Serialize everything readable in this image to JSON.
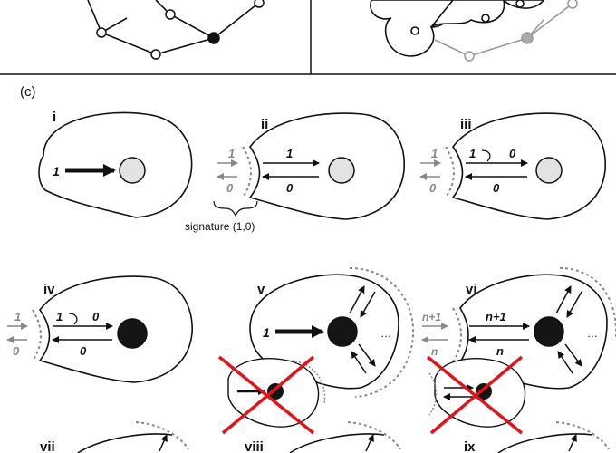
{
  "section_label": "(c)",
  "panels": {
    "i": {
      "label": "i",
      "inflow": "1"
    },
    "ii": {
      "label": "ii",
      "top": "1",
      "bottom": "0",
      "signature": "signature (1,0)"
    },
    "iii": {
      "label": "iii",
      "top": "1",
      "bottom": "0"
    },
    "iv": {
      "label": "iv",
      "top": "1",
      "bottom": "0"
    },
    "v": {
      "label": "v",
      "inflow": "1"
    },
    "vi": {
      "label": "vi",
      "top": "n+1",
      "bottom": "n"
    },
    "vii": {
      "label": "vii"
    },
    "viii": {
      "label": "viii"
    },
    "ix": {
      "label": "ix"
    }
  },
  "colors": {
    "hollow_center": "#e3e3e3",
    "filled_center": "#151515",
    "grey_arrow": "#888888",
    "cross": "#e0141c"
  }
}
